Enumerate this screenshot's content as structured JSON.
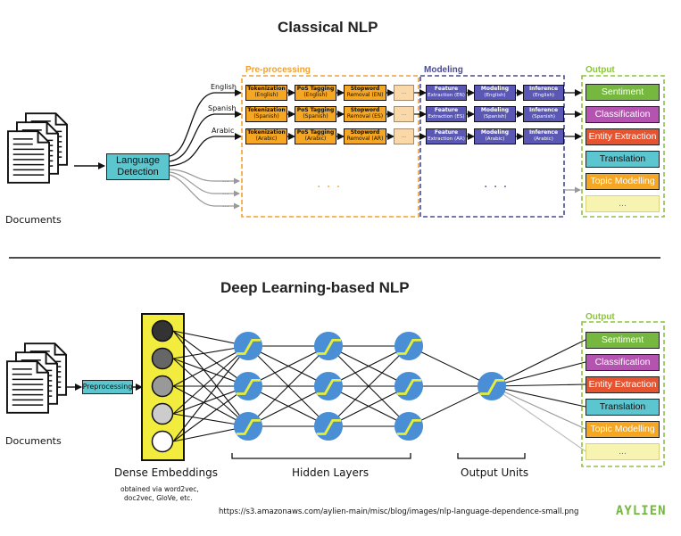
{
  "classical": {
    "title": "Classical NLP",
    "documents_label": "Documents",
    "language_detection": [
      "Language",
      "Detection"
    ],
    "sections": {
      "preprocessing": "Pre-processing",
      "modeling": "Modeling",
      "output": "Output"
    },
    "rows": [
      {
        "language": "English",
        "tokenization": [
          "Tokenization",
          "(English)"
        ],
        "pos": [
          "PoS Tagging",
          "(English)"
        ],
        "stopword": [
          "Stopword",
          "Removal (EN)"
        ],
        "feature": [
          "Feature",
          "Extraction (EN)"
        ],
        "modeling": [
          "Modeling",
          "(English)"
        ],
        "inference": [
          "Inference",
          "(English)"
        ]
      },
      {
        "language": "Spanish",
        "tokenization": [
          "Tokenization",
          "(Spanish)"
        ],
        "pos": [
          "PoS Tagging",
          "(Spanish)"
        ],
        "stopword": [
          "Stopword",
          "Removal (ES)"
        ],
        "feature": [
          "Feature",
          "Extraction (ES)"
        ],
        "modeling": [
          "Modeling",
          "(Spanish)"
        ],
        "inference": [
          "Inference",
          "(Spanish)"
        ]
      },
      {
        "language": "Arabic",
        "tokenization": [
          "Tokenization",
          "(Arabic)"
        ],
        "pos": [
          "PoS Tagging",
          "(Arabic)"
        ],
        "stopword": [
          "Stopword",
          "Removal (AR)"
        ],
        "feature": [
          "Feature",
          "Extraction (AR)"
        ],
        "modeling": [
          "Modeling",
          "(Arabic)"
        ],
        "inference": [
          "Inference",
          "(Arabic)"
        ]
      }
    ],
    "ellipsis": "...",
    "center_ellipsis": "· · ·"
  },
  "deep": {
    "title": "Deep Learning-based NLP",
    "documents_label": "Documents",
    "preprocessing": "Preprocessing",
    "output_label": "Output",
    "dense_embeddings": "Dense Embeddings",
    "dense_note": [
      "obtained via word2vec,",
      "doc2vec, GloVe, etc."
    ],
    "hidden_layers": "Hidden Layers",
    "output_units": "Output Units"
  },
  "outputs": [
    "Sentiment",
    "Classification",
    "Entity Extraction",
    "Translation",
    "Topic Modelling",
    "..."
  ],
  "source_url": "https://s3.amazonaws.com/aylien-main/misc/blog/images/nlp-language-dependence-small.png",
  "logo_text": "AYLIEN",
  "colors": {
    "orange": "#f5a623",
    "purple": "#5a58b4",
    "teal": "#5cc6cf",
    "sentiment": "#76b83f",
    "classification": "#b553b0",
    "entity": "#e8532f",
    "translation": "#5bc5d0",
    "topic": "#f5a623",
    "faint": "#f7f3b0",
    "neuron": "#4a8fd6",
    "curve": "#e6ee3c",
    "embedding": "#f1ec3d",
    "green_dash": "#8cc33f"
  }
}
